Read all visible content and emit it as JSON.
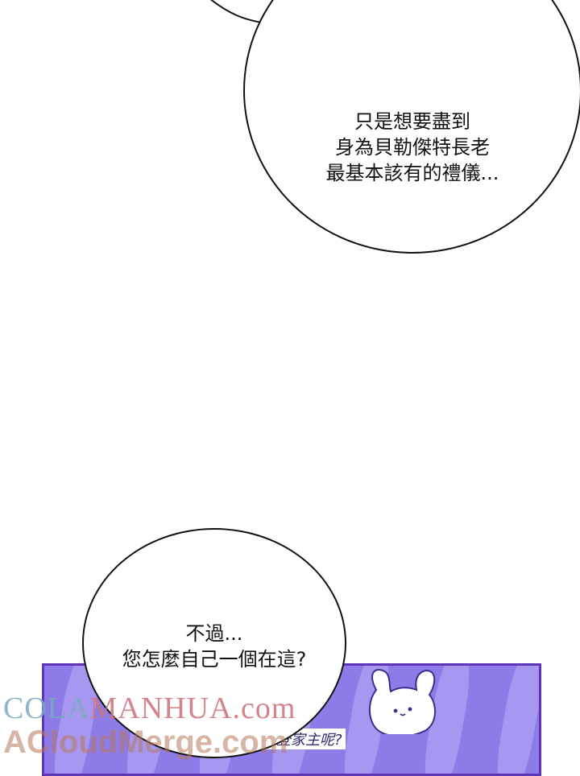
{
  "bubble_top": {
    "lines": [
      "只是想要盡到",
      "身為貝勒傑特長老",
      "最基本該有的禮儀..."
    ]
  },
  "bubble_bottom": {
    "lines": [
      "不過...",
      "您怎麼自己一個在這?"
    ]
  },
  "panel": {
    "caption": "伊諾亞登家主呢?",
    "background_color": "#8d7be8",
    "border_color": "#5e35b8"
  },
  "watermark": {
    "line1_part1": "COLA",
    "line1_part2": "MANHUA.com",
    "line2": "ACloudMerge.com"
  }
}
